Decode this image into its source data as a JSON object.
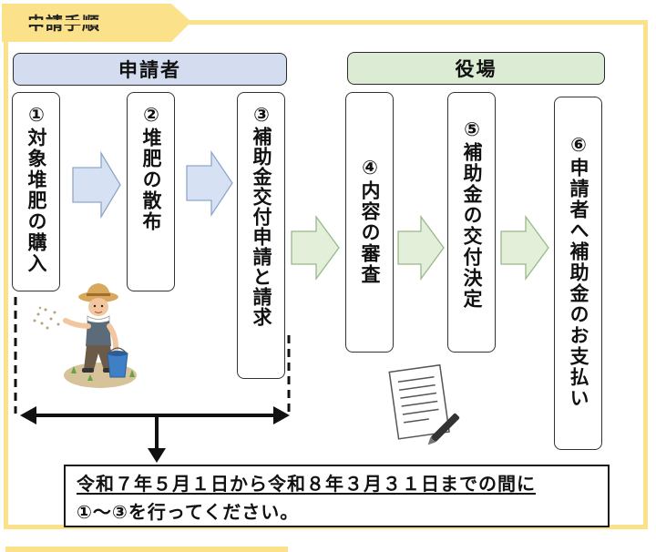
{
  "title": "申請手順",
  "groups": {
    "applicant": "申請者",
    "office": "役場"
  },
  "steps": [
    {
      "label": "①対象堆肥の購入"
    },
    {
      "label": "②堆肥の散布"
    },
    {
      "label": "③補助金交付申請と請求"
    },
    {
      "label": "④内容の審査"
    },
    {
      "label": "⑤補助金の交付決定"
    },
    {
      "label": "⑥申請者へ補助金のお支払い"
    }
  ],
  "note": {
    "line1": "令和７年５月１日から令和８年３月３１日までの間に",
    "line2": "①〜③を行ってください。"
  },
  "icons": [
    "farmer-spreading-compost-illustration",
    "document-with-pen-illustration"
  ],
  "colors": {
    "frame": "#fbe28a",
    "applicant_header": "#d4ddf0",
    "office_header": "#dcebd3",
    "blue_arrow": "#d6e2f3",
    "green_arrow": "#e3efd9"
  }
}
